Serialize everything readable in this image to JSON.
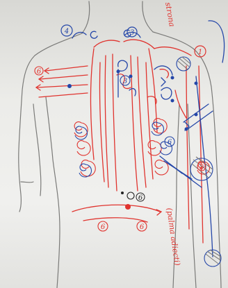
{
  "notes": {
    "top_right": "strona",
    "right_side": "(palma adiecti)"
  },
  "circled_numbers": {
    "neck_left": "4",
    "neck_right": "3",
    "shoulder_right": "1",
    "chest_left": "6",
    "upper_center": "3",
    "mid_right": "6",
    "waist_right": "6",
    "lower_left": "6",
    "lower_right": "6",
    "arm_mid": "2"
  },
  "colors": {
    "paper": "#ecece9",
    "pencil": "#7a7a78",
    "red_pen": "#e0332e",
    "blue_pen": "#2446a8"
  }
}
